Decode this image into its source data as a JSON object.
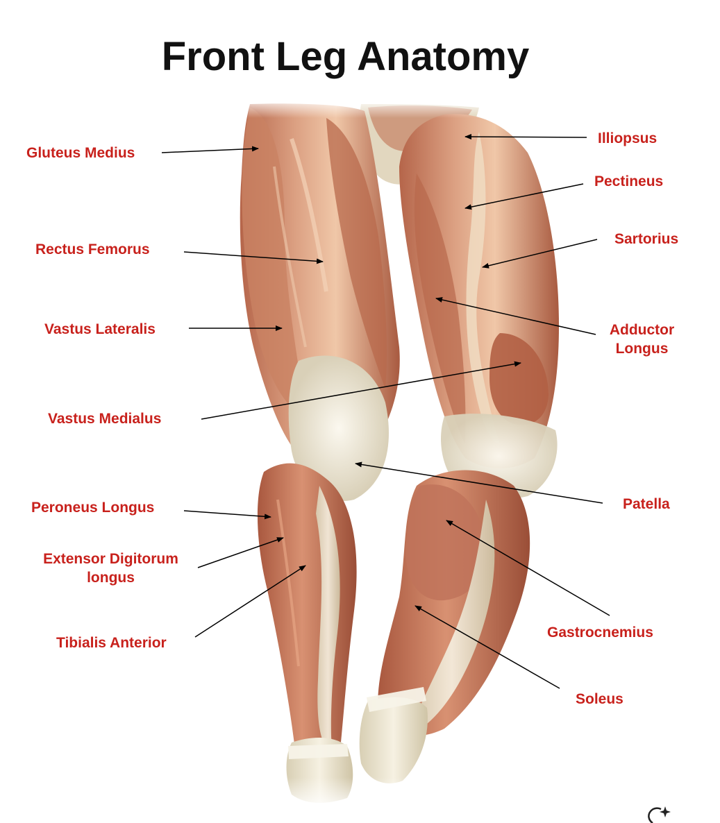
{
  "title": "Front Leg Anatomy",
  "colors": {
    "label": "#c8211c",
    "title": "#111111",
    "leader_line": "#000000",
    "muscle": "#c97a5a",
    "tendon": "#e9e1cc"
  },
  "labels": {
    "gluteus_medius": "Gluteus Medius",
    "rectus_femorus": "Rectus Femorus",
    "vastus_lateralis": "Vastus Lateralis",
    "vastus_medialus": "Vastus Medialus",
    "peroneus_longus": "Peroneus Longus",
    "extensor_digitorum_1": "Extensor Digitorum",
    "extensor_digitorum_2": "longus",
    "tibialis_anterior": "Tibialis Anterior",
    "illiopsus": "Illiopsus",
    "pectineus": "Pectineus",
    "sartorius": "Sartorius",
    "adductor_longus_1": "Adductor",
    "adductor_longus_2": "Longus",
    "patella": "Patella",
    "gastrocnemius": "Gastrocnemius",
    "soleus": "Soleus"
  },
  "icons": {
    "corner": "sparkle-icon"
  }
}
